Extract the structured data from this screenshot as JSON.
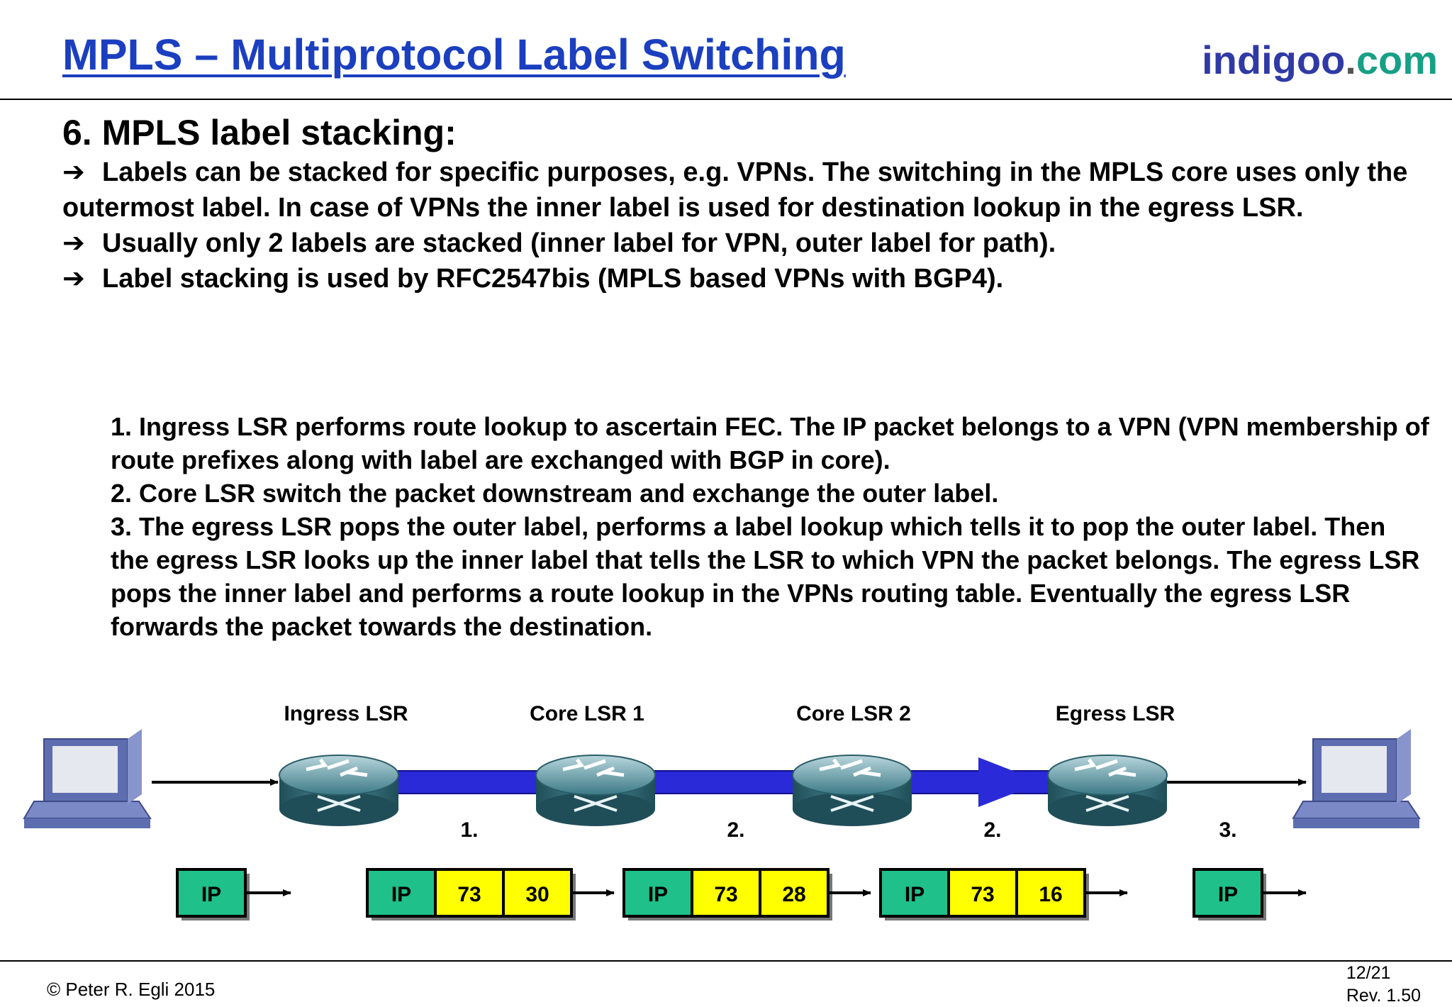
{
  "header": {
    "title": "MPLS – Multiprotocol Label Switching",
    "brand": {
      "part1": "indigoo",
      "dot": ".",
      "part2": "com"
    }
  },
  "section": {
    "heading": "6. MPLS label stacking:",
    "bullets": [
      {
        "arrow": "➔",
        "text": "Labels can be stacked for specific purposes, e.g. VPNs. The switching in the MPLS core uses only the outermost label. In case of VPNs the inner label is used for destination lookup in the egress LSR."
      },
      {
        "arrow": "➔",
        "text": "Usually only 2 labels are stacked (inner label for VPN, outer label for path)."
      },
      {
        "arrow": "➔",
        "text": "Label stacking is used by RFC2547bis (MPLS based VPNs with BGP4)."
      }
    ]
  },
  "steps": [
    "1. Ingress LSR performs route lookup to ascertain FEC. The IP packet belongs to a VPN (VPN membership of route prefixes along with label are exchanged with BGP in core).",
    "2. Core LSR switch the packet downstream and exchange the outer label.",
    "3. The egress LSR pops the outer label, performs a label lookup which tells it to pop the outer label. Then the egress LSR looks up the inner label that tells the LSR to which VPN the packet belongs. The egress LSR pops the inner label and performs a route lookup in the VPNs routing table. Eventually the egress LSR forwards the packet towards the destination."
  ],
  "diagram": {
    "routers": [
      "Ingress LSR",
      "Core LSR 1",
      "Core LSR 2",
      "Egress LSR"
    ],
    "step_labels": [
      "1.",
      "2.",
      "2.",
      "3."
    ],
    "packets": [
      [
        "IP"
      ],
      [
        "IP",
        "73",
        "30"
      ],
      [
        "IP",
        "73",
        "28"
      ],
      [
        "IP",
        "73",
        "16"
      ],
      [
        "IP"
      ]
    ],
    "colors": {
      "ip_cell": "#1fc08a",
      "label_cell": "#ffff00",
      "path_blue": "#2a2ad8",
      "router": "#2e6b78",
      "computer": "#6f7fc0"
    }
  },
  "footer": {
    "copyright": "© Peter R. Egli 2015",
    "page": "12/21",
    "revision": "Rev. 1.50"
  }
}
